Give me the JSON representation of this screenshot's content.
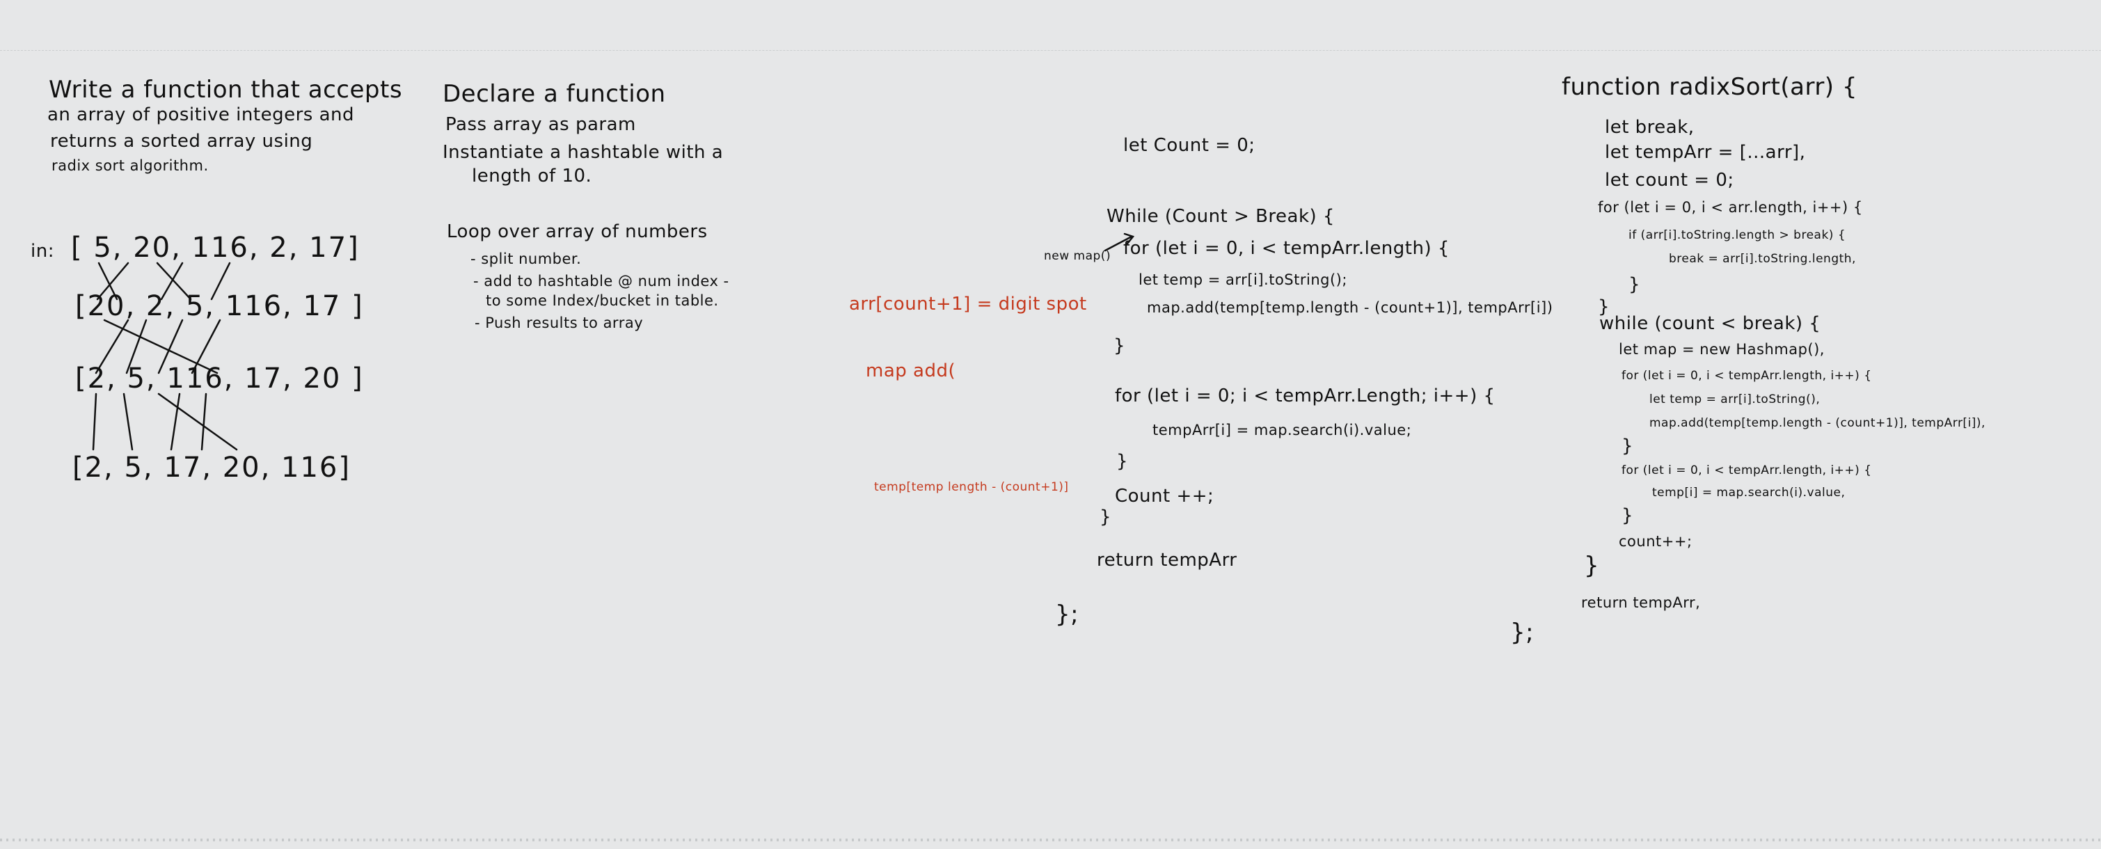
{
  "problem": {
    "lines": [
      "Write a function that accepts",
      "an array of positive integers and",
      "returns a sorted array using",
      "radix sort algorithm."
    ]
  },
  "diagram": {
    "in_label": "in:",
    "rows": [
      "[ 5, 20, 116, 2, 17]",
      "[20, 2, 5, 116, 17 ]",
      "[2, 5, 116, 17, 20 ]",
      "[2, 5, 17, 20, 116]"
    ]
  },
  "plan": {
    "heading": "Declare a function",
    "steps": [
      "Pass array as param",
      "Instantiate a hashtable with a",
      "length of 10."
    ],
    "loop_heading": "Loop over array of numbers",
    "loop_steps": [
      "- split number.",
      "- add to hashtable @ num index -",
      "to some Index/bucket in table.",
      "- Push results to array"
    ]
  },
  "notes": {
    "arr_note": "arr[count+1] = digit spot",
    "map_note": "map add(",
    "temp_note": "temp[temp length - (count+1)]"
  },
  "draft_code": {
    "lines": [
      "let Count = 0;",
      "While (Count > Break) {",
      "new map()",
      "for (let i = 0, i < tempArr.length) {",
      "let temp = arr[i].toString();",
      "map.add(temp[temp.length - (count+1)], tempArr[i])",
      "}",
      "for (let i = 0; i < tempArr.Length; i++) {",
      "tempArr[i] = map.search(i).value;",
      "}",
      "Count ++;",
      "}",
      "return tempArr",
      "};"
    ]
  },
  "final_code": {
    "lines": [
      "function radixSort(arr) {",
      "let break,",
      "let tempArr = [...arr],",
      "let count = 0;",
      "for (let i = 0, i < arr.length, i++) {",
      "if (arr[i].toString.length > break) {",
      "break = arr[i].toString.length,",
      "}",
      "}",
      "while (count < break) {",
      "let map = new Hashmap(),",
      "for (let i = 0, i < tempArr.length, i++) {",
      "let temp = arr[i].toString(),",
      "map.add(temp[temp.length - (count+1)], tempArr[i]),",
      "}",
      "for (let i = 0, i < tempArr.length, i++) {",
      "temp[i] = map.search(i).value,",
      "}",
      "count++;",
      "}",
      "return tempArr,",
      "};"
    ]
  },
  "colors": {
    "board": "#e6e7e8",
    "ink": "#111111",
    "red_ink": "#c53a1e"
  }
}
